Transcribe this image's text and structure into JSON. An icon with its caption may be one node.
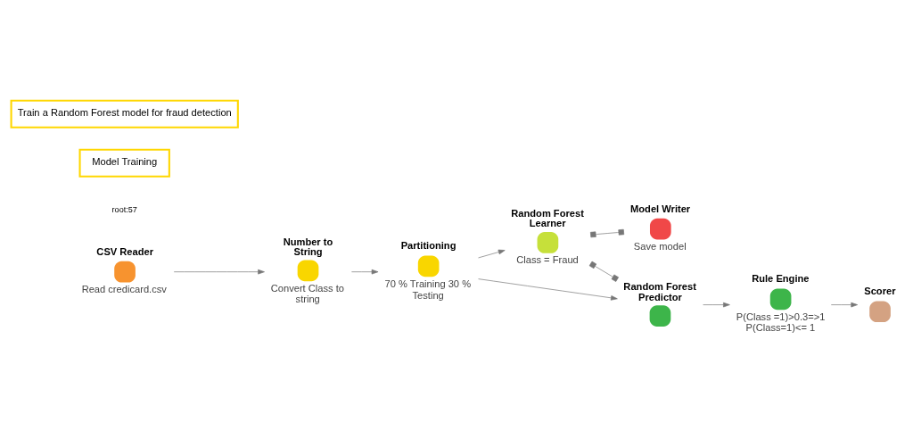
{
  "diagram": {
    "nodes": [
      {
        "text": [
          "Train a Random Forest model for fraud detection"
        ]
      },
      {
        "text": [
          "Model Training"
        ]
      },
      {
        "text": [
          "CSV Reader"
        ],
        "beside": [
          "Read credicard.csv"
        ]
      },
      {
        "text": [
          "Number to String"
        ],
        "beside": [
          "Convert Class to string"
        ]
      },
      {
        "text": [
          "Partitioning"
        ],
        "beside": [
          "70 % Training 30 % Testing"
        ]
      },
      {
        "text": [
          "Random Forest Learner"
        ],
        "beside": [
          "Class = Fraud"
        ]
      },
      {
        "text": [
          "Model Writer"
        ],
        "beside": [
          "Save model"
        ]
      },
      {
        "text": [
          "Random Forest Predictor"
        ]
      },
      {
        "text": [
          "Rule Engine"
        ],
        "beside": [
          "P(Class =1)>0.3=>1 P(Class=1)<= 1"
        ]
      },
      {
        "text": [
          "Scorer"
        ]
      }
    ],
    "edges": [
      {
        "from": 2,
        "to": 3,
        "arrow": "to"
      },
      {
        "from": 3,
        "to": 4,
        "arrow": "to"
      },
      {
        "from": 4,
        "to": 5,
        "arrow": "to"
      },
      {
        "from": 4,
        "to": 7,
        "arrow": "to"
      },
      {
        "from": 5,
        "to": 6,
        "arrow": "other"
      },
      {
        "from": 5,
        "to": 7,
        "arrow": "other"
      },
      {
        "from": 7,
        "to": 8,
        "arrow": "to"
      },
      {
        "from": 8,
        "to": 9,
        "arrow": "to"
      }
    ],
    "labels": [
      "root:57"
    ]
  }
}
